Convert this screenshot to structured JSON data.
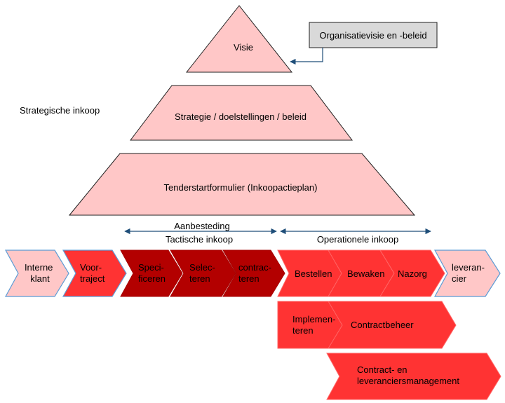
{
  "pyramid": {
    "visie": "Visie",
    "strategie": "Strategie / doelstellingen / beleid",
    "tenderstart": "Tenderstartformulier (Inkoopactieplan)"
  },
  "callout": {
    "text": "Organisatievisie en -beleid"
  },
  "side_label": "Strategische inkoop",
  "arrows": {
    "aanbesteding": "Aanbesteding",
    "tactische": "Tactische inkoop",
    "operationele": "Operationele inkoop"
  },
  "chain": {
    "interne": [
      "Interne",
      "klant"
    ],
    "voortraject": [
      "Voor-",
      "traject"
    ],
    "specificeren": [
      "Speci-",
      "ficeren"
    ],
    "selecteren": [
      "Selec-",
      "teren"
    ],
    "contracteren": [
      "contrac-",
      "teren"
    ],
    "bestellen": [
      "Bestellen"
    ],
    "bewaken": [
      "Bewaken"
    ],
    "nazorg": [
      "Nazorg"
    ],
    "leverancier": [
      "leveran-",
      "cier"
    ]
  },
  "row2": {
    "implementeren": [
      "Implemen-",
      "teren"
    ],
    "contractbeheer": "Contractbeheer"
  },
  "row3": {
    "clm": [
      "Contract- en",
      "leveranciersmanagement"
    ]
  },
  "colors": {
    "pink": "#ffc7c7",
    "red": "#ff3333",
    "dark_red": "#b30000",
    "stroke_blue": "#5b9bd5",
    "arrow_blue": "#1f4e79",
    "callout_fill": "#d9d9d9"
  }
}
